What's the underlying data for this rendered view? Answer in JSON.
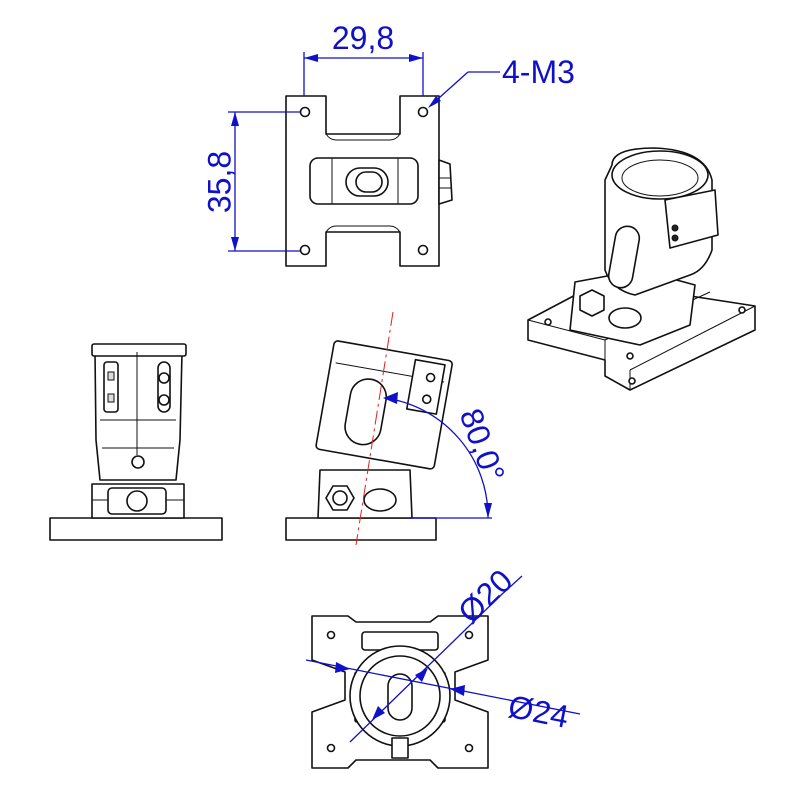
{
  "dimensions": {
    "hole_spacing_width": "29,8",
    "hole_spacing_height": "35,8",
    "mounting_holes": "4-M3",
    "tilt_angle": "80,0°",
    "tube_inner_diameter": "Ø20",
    "tube_outer_diameter": "Ø24"
  },
  "colors": {
    "dimension_lines": "#1010c8",
    "center_lines": "#e02020",
    "part_outline": "#111111"
  }
}
